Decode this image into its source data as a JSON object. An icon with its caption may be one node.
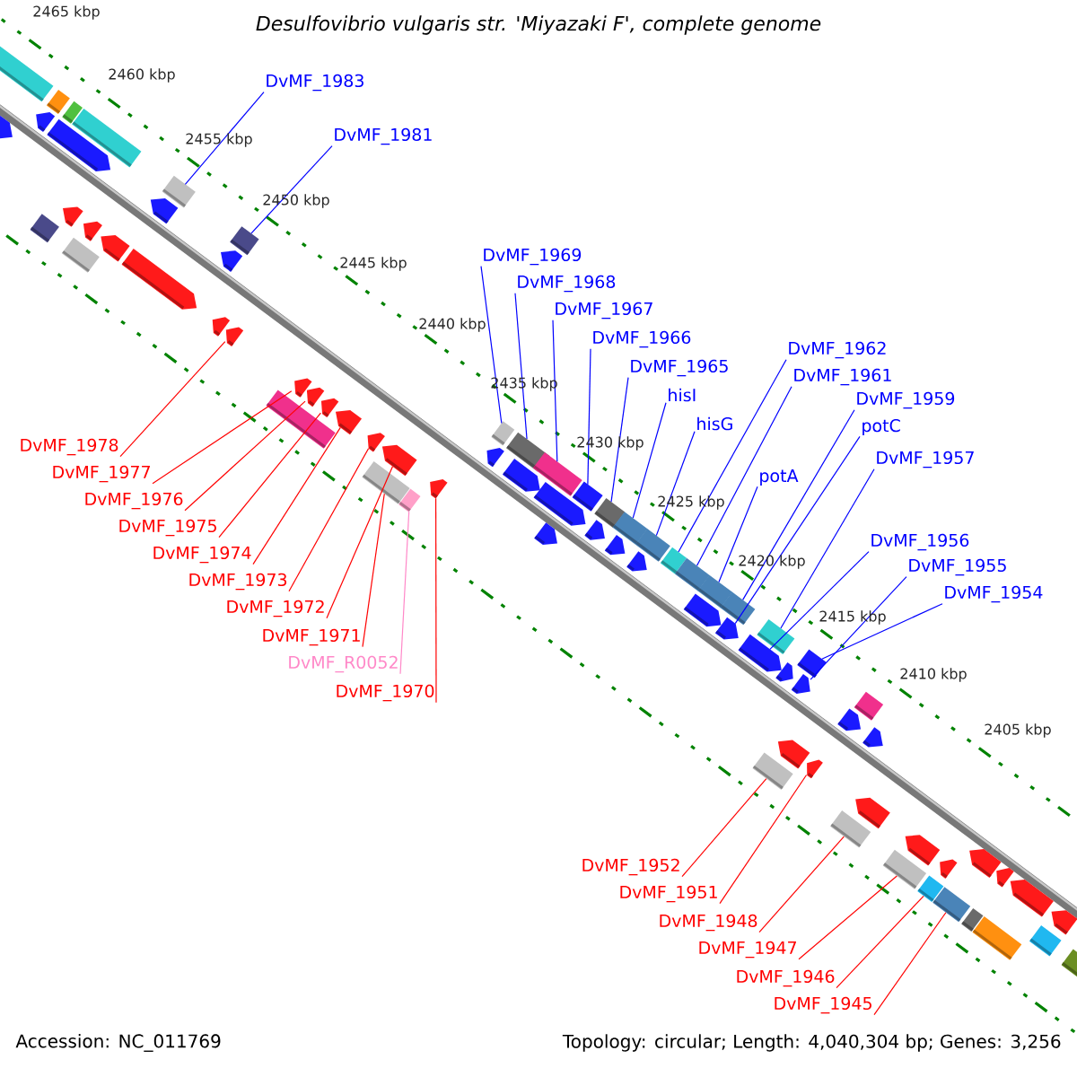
{
  "diagram": {
    "title": "Desulfovibrio vulgaris str. 'Miyazaki F', complete genome",
    "nodes": [
      {
        "text": [
          "DvMF_1983"
        ]
      },
      {
        "text": [
          "DvMF_1981"
        ]
      },
      {
        "text": [
          "DvMF_1969"
        ]
      },
      {
        "text": [
          "DvMF_1968"
        ]
      },
      {
        "text": [
          "DvMF_1967"
        ]
      },
      {
        "text": [
          "DvMF_1966"
        ]
      },
      {
        "text": [
          "DvMF_1965"
        ]
      },
      {
        "text": [
          "hisI"
        ]
      },
      {
        "text": [
          "hisG"
        ]
      },
      {
        "text": [
          "DvMF_1962"
        ]
      },
      {
        "text": [
          "DvMF_1961"
        ]
      },
      {
        "text": [
          "DvMF_1959"
        ]
      },
      {
        "text": [
          "potC"
        ]
      },
      {
        "text": [
          "potA"
        ]
      },
      {
        "text": [
          "DvMF_1957"
        ]
      },
      {
        "text": [
          "DvMF_1956"
        ]
      },
      {
        "text": [
          "DvMF_1955"
        ]
      },
      {
        "text": [
          "DvMF_1954"
        ]
      },
      {
        "text": [
          "DvMF_1978"
        ]
      },
      {
        "text": [
          "DvMF_1977"
        ]
      },
      {
        "text": [
          "DvMF_1976"
        ]
      },
      {
        "text": [
          "DvMF_1975"
        ]
      },
      {
        "text": [
          "DvMF_1974"
        ]
      },
      {
        "text": [
          "DvMF_1973"
        ]
      },
      {
        "text": [
          "DvMF_1972"
        ]
      },
      {
        "text": [
          "DvMF_1971"
        ]
      },
      {
        "text": [
          "DvMF_R0052"
        ]
      },
      {
        "text": [
          "DvMF_1970"
        ]
      },
      {
        "text": [
          "DvMF_1952"
        ]
      },
      {
        "text": [
          "DvMF_1951"
        ]
      },
      {
        "text": [
          "DvMF_1948"
        ]
      },
      {
        "text": [
          "DvMF_1947"
        ]
      },
      {
        "text": [
          "DvMF_1946"
        ]
      },
      {
        "text": [
          "DvMF_1945"
        ]
      },
      {
        "text": [],
        "shape": "box"
      },
      {
        "text": [],
        "shape": "box"
      },
      {
        "text": [],
        "shape": "box"
      },
      {
        "text": [],
        "shape": "box"
      },
      {
        "text": [],
        "shape": "pentagon"
      },
      {
        "text": [],
        "shape": "pentagon"
      },
      {
        "text": [],
        "shape": "pentagon"
      },
      {
        "text": [],
        "shape": "box"
      },
      {
        "text": [],
        "shape": "pentagon"
      },
      {
        "text": [],
        "shape": "box"
      },
      {
        "text": [],
        "shape": "pentagon"
      },
      {
        "text": [],
        "shape": "pentagon"
      },
      {
        "text": [],
        "shape": "pentagon"
      },
      {
        "text": [],
        "shape": "pentagon"
      },
      {
        "text": [],
        "shape": "box"
      },
      {
        "text": [],
        "shape": "box"
      },
      {
        "text": [],
        "shape": "pentagon"
      },
      {
        "text": [],
        "shape": "pentagon"
      },
      {
        "text": [],
        "shape": "pentagon"
      },
      {
        "text": [],
        "shape": "pentagon"
      },
      {
        "text": [],
        "shape": "pentagon"
      },
      {
        "text": [],
        "shape": "pentagon"
      },
      {
        "text": [],
        "shape": "pentagon"
      },
      {
        "text": [],
        "shape": "pentagon"
      },
      {
        "text": [],
        "shape": "pentagon"
      },
      {
        "text": [],
        "shape": "pentagon"
      },
      {
        "text": [],
        "shape": "box"
      },
      {
        "text": [],
        "shape": "box"
      },
      {
        "text": [],
        "shape": "box"
      },
      {
        "text": [],
        "shape": "pentagon"
      },
      {
        "text": [],
        "shape": "box"
      },
      {
        "text": [],
        "shape": "box"
      },
      {
        "text": [],
        "shape": "box"
      },
      {
        "text": [],
        "shape": "pentagon"
      },
      {
        "text": [],
        "shape": "pentagon"
      },
      {
        "text": [],
        "shape": "box"
      },
      {
        "text": [],
        "shape": "box"
      },
      {
        "text": [],
        "shape": "box"
      },
      {
        "text": [],
        "shape": "box"
      },
      {
        "text": [],
        "shape": "box"
      },
      {
        "text": [],
        "shape": "pentagon"
      },
      {
        "text": [],
        "shape": "pentagon"
      },
      {
        "text": [],
        "shape": "pentagon"
      },
      {
        "text": [],
        "shape": "pentagon"
      },
      {
        "text": [],
        "shape": "box"
      },
      {
        "text": [],
        "shape": "box"
      },
      {
        "text": [],
        "shape": "box"
      },
      {
        "text": [],
        "shape": "pentagon"
      },
      {
        "text": [],
        "shape": "pentagon"
      },
      {
        "text": [],
        "shape": "box"
      },
      {
        "text": [],
        "shape": "pentagon"
      },
      {
        "text": [],
        "shape": "pentagon"
      },
      {
        "text": [],
        "shape": "pentagon"
      },
      {
        "text": [],
        "shape": "box"
      },
      {
        "text": [],
        "shape": "box"
      },
      {
        "text": [],
        "shape": "pentagon"
      },
      {
        "text": [],
        "shape": "pentagon"
      },
      {
        "text": [],
        "shape": "pentagon"
      },
      {
        "text": [],
        "shape": "pentagon"
      },
      {
        "text": [],
        "shape": "box"
      },
      {
        "text": [],
        "shape": "pentagon"
      },
      {
        "text": [],
        "shape": "box"
      },
      {
        "text": [],
        "shape": "box"
      },
      {
        "text": [],
        "shape": "pentagon"
      },
      {
        "text": [],
        "shape": "pentagon"
      },
      {
        "text": [],
        "shape": "pentagon"
      },
      {
        "text": [],
        "shape": "pentagon"
      },
      {
        "text": [],
        "shape": "pentagon"
      },
      {
        "text": [],
        "shape": "pentagon"
      },
      {
        "text": [],
        "shape": "box"
      },
      {
        "text": [],
        "shape": "box"
      },
      {
        "text": [],
        "shape": "box"
      },
      {
        "text": [],
        "shape": "box"
      },
      {
        "text": [],
        "shape": "box"
      },
      {
        "text": [],
        "shape": "box"
      }
    ],
    "edges": [
      {
        "from": 0,
        "to": 41,
        "arrow": "none",
        "color": "#0000ff"
      },
      {
        "from": 1,
        "to": 43,
        "arrow": "none",
        "color": "#0000ff"
      },
      {
        "from": 2,
        "to": 64,
        "arrow": "none",
        "color": "#0000ff"
      },
      {
        "from": 3,
        "to": 65,
        "arrow": "none",
        "color": "#0000ff"
      },
      {
        "from": 4,
        "to": 66,
        "arrow": "none",
        "color": "#0000ff"
      },
      {
        "from": 5,
        "to": 69,
        "arrow": "none",
        "color": "#0000ff"
      },
      {
        "from": 6,
        "to": 70,
        "arrow": "none",
        "color": "#0000ff"
      },
      {
        "from": 7,
        "to": 71,
        "arrow": "none",
        "color": "#0000ff"
      },
      {
        "from": 8,
        "to": 72,
        "arrow": "none",
        "color": "#0000ff"
      },
      {
        "from": 9,
        "to": 73,
        "arrow": "none",
        "color": "#0000ff"
      },
      {
        "from": 10,
        "to": 78,
        "arrow": "none",
        "color": "#0000ff"
      },
      {
        "from": 11,
        "to": 80,
        "arrow": "none",
        "color": "#0000ff"
      },
      {
        "from": 12,
        "to": 82,
        "arrow": "none",
        "color": "#0000ff"
      },
      {
        "from": 13,
        "to": 79,
        "arrow": "none",
        "color": "#0000ff"
      },
      {
        "from": 14,
        "to": 83,
        "arrow": "none",
        "color": "#0000ff"
      },
      {
        "from": 15,
        "to": 84,
        "arrow": "none",
        "color": "#0000ff"
      },
      {
        "from": 16,
        "to": 86,
        "arrow": "none",
        "color": "#0000ff"
      },
      {
        "from": 17,
        "to": 87,
        "arrow": "none",
        "color": "#0000ff"
      },
      {
        "from": 18,
        "to": 52,
        "arrow": "none",
        "color": "#ff0000"
      },
      {
        "from": 19,
        "to": 53,
        "arrow": "none",
        "color": "#ff0000"
      },
      {
        "from": 20,
        "to": 54,
        "arrow": "none",
        "color": "#ff0000"
      },
      {
        "from": 21,
        "to": 55,
        "arrow": "none",
        "color": "#ff0000"
      },
      {
        "from": 22,
        "to": 56,
        "arrow": "none",
        "color": "#ff0000"
      },
      {
        "from": 23,
        "to": 57,
        "arrow": "none",
        "color": "#ff0000"
      },
      {
        "from": 24,
        "to": 58,
        "arrow": "none",
        "color": "#ff0000"
      },
      {
        "from": 25,
        "to": 61,
        "arrow": "none",
        "color": "#ff0000"
      },
      {
        "from": 26,
        "to": 62,
        "arrow": "none",
        "color": "#ff88c8"
      },
      {
        "from": 27,
        "to": 59,
        "arrow": "none",
        "color": "#ff0000"
      },
      {
        "from": 28,
        "to": 93,
        "arrow": "none",
        "color": "#ff0000"
      },
      {
        "from": 29,
        "to": 92,
        "arrow": "none",
        "color": "#ff0000"
      },
      {
        "from": 30,
        "to": 95,
        "arrow": "none",
        "color": "#ff0000"
      },
      {
        "from": 31,
        "to": 96,
        "arrow": "none",
        "color": "#ff0000"
      },
      {
        "from": 32,
        "to": 103,
        "arrow": "none",
        "color": "#ff0000"
      },
      {
        "from": 33,
        "to": 104,
        "arrow": "none",
        "color": "#ff0000"
      }
    ],
    "labels": [
      "2465 kbp",
      "2460 kbp",
      "2455 kbp",
      "2450 kbp",
      "2445 kbp",
      "2440 kbp",
      "2435 kbp",
      "2430 kbp",
      "2425 kbp",
      "2420 kbp",
      "2415 kbp",
      "2410 kbp",
      "2405 kbp",
      "Accession: NC_011769",
      "Topology: circular; Length: 4,040,304 bp; Genes: 3,256"
    ]
  }
}
